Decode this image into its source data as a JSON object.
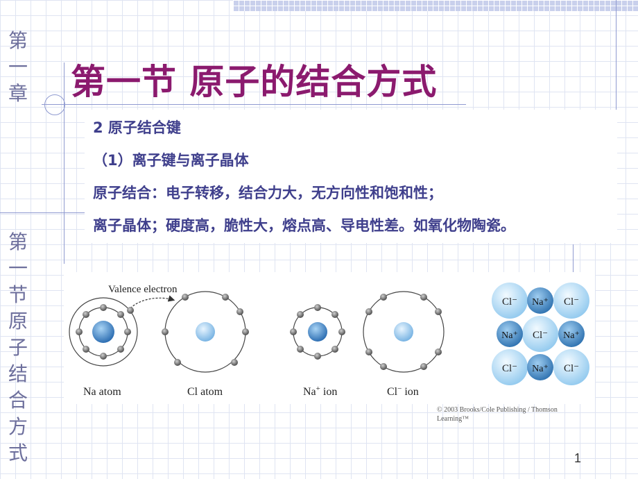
{
  "side_label_top": [
    "第",
    "一",
    "章"
  ],
  "side_label_bottom": [
    "第",
    "一",
    "节",
    "原",
    "子",
    "结",
    "合",
    "方",
    "式"
  ],
  "title": "第一节  原子的结合方式",
  "content": {
    "line1": "2 原子结合键",
    "line2": "（1）离子键与离子晶体",
    "line3": "原子结合：电子转移，结合力大，无方向性和饱和性；",
    "line4": "离子晶体；硬度高，脆性大，熔点高、导电性差。如氧化物陶瓷。"
  },
  "figure": {
    "valence_label": "Valence electron",
    "captions": {
      "na_atom": "Na atom",
      "cl_atom": "Cl atom",
      "na_ion": "Na",
      "na_ion_sup": "+",
      "na_ion_tail": " ion",
      "cl_ion": "Cl",
      "cl_ion_sup": "−",
      "cl_ion_tail": " ion"
    },
    "lattice": [
      [
        "Cl⁻",
        "Na⁺",
        "Cl⁻"
      ],
      [
        "Na⁺",
        "Cl⁻",
        "Na⁺"
      ],
      [
        "Cl⁻",
        "Na⁺",
        "Cl⁻"
      ]
    ],
    "colors": {
      "nucleus_dark": "#3e7fbf",
      "nucleus_light": "#8fc3ea",
      "electron": "#6b6b6b",
      "cl_ball": "#b7dcf5",
      "na_ball": "#3f86c6"
    }
  },
  "credit": "© 2003 Brooks/Cole Publishing / Thomson Learning™",
  "page_number": "1"
}
